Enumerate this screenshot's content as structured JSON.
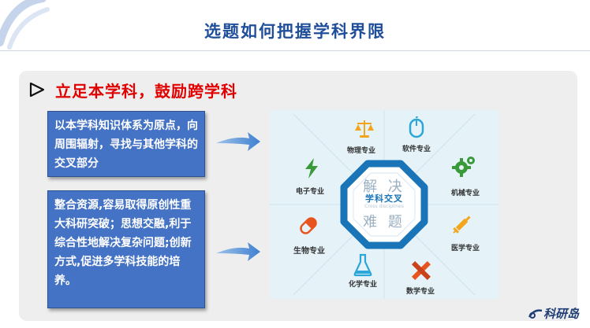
{
  "slide": {
    "title": "选题如何把握学科界限",
    "title_color": "#1f4e9a",
    "subtitle": "立足本学科，鼓励跨学科",
    "subtitle_color": "#e00000"
  },
  "boxes": [
    {
      "text": "以本学科知识体系为原点，向周围辐射，寻找与其他学科的交叉部分"
    },
    {
      "text": "整合资源,容易取得原创性重大科研突破；思想交融,利于综合性地解决复杂问题;创新方式,促进多学科技能的培养。"
    }
  ],
  "diagram": {
    "center_top": "解 决",
    "center_middle": "学科交叉",
    "center_caption": "Cross disciplines",
    "center_bottom": "难 题",
    "accent_color": "#1a75b8",
    "spokes": [
      {
        "label": "物理专业",
        "icon": "scale-icon",
        "color": "#f3a61c"
      },
      {
        "label": "软件专业",
        "icon": "mouse-icon",
        "color": "#2aa6d8"
      },
      {
        "label": "机械专业",
        "icon": "gear-icon",
        "color": "#3a9a3a"
      },
      {
        "label": "医学专业",
        "icon": "syringe-icon",
        "color": "#f3a61c"
      },
      {
        "label": "数学专业",
        "icon": "ruler-pencil-icon",
        "color": "#e8541e"
      },
      {
        "label": "化学专业",
        "icon": "flask-icon",
        "color": "#2aa6d8"
      },
      {
        "label": "生物专业",
        "icon": "capsule-icon",
        "color": "#e8541e"
      },
      {
        "label": "电子专业",
        "icon": "lightning-icon",
        "color": "#3a9a3a"
      }
    ]
  },
  "logo": {
    "text": "科研岛"
  }
}
